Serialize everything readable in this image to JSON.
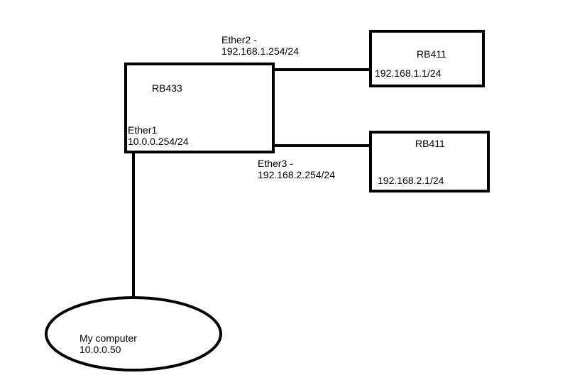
{
  "colors": {
    "stroke": "#000000",
    "background": "#ffffff"
  },
  "nodes": {
    "rb433": {
      "name": "RB433",
      "ether1_line1": "Ether1",
      "ether1_line2": "10.0.0.254/24"
    },
    "rb411_top": {
      "name": "RB411",
      "ip": "192.168.1.1/24"
    },
    "rb411_bottom": {
      "name": "RB411",
      "ip": "192.168.2.1/24"
    },
    "computer": {
      "line1": "My computer",
      "line2": "10.0.0.50"
    }
  },
  "links": {
    "ether2": {
      "line1": "Ether2 -",
      "line2": "192.168.1.254/24"
    },
    "ether3": {
      "line1": "Ether3 -",
      "line2": "192.168.2.254/24"
    }
  }
}
